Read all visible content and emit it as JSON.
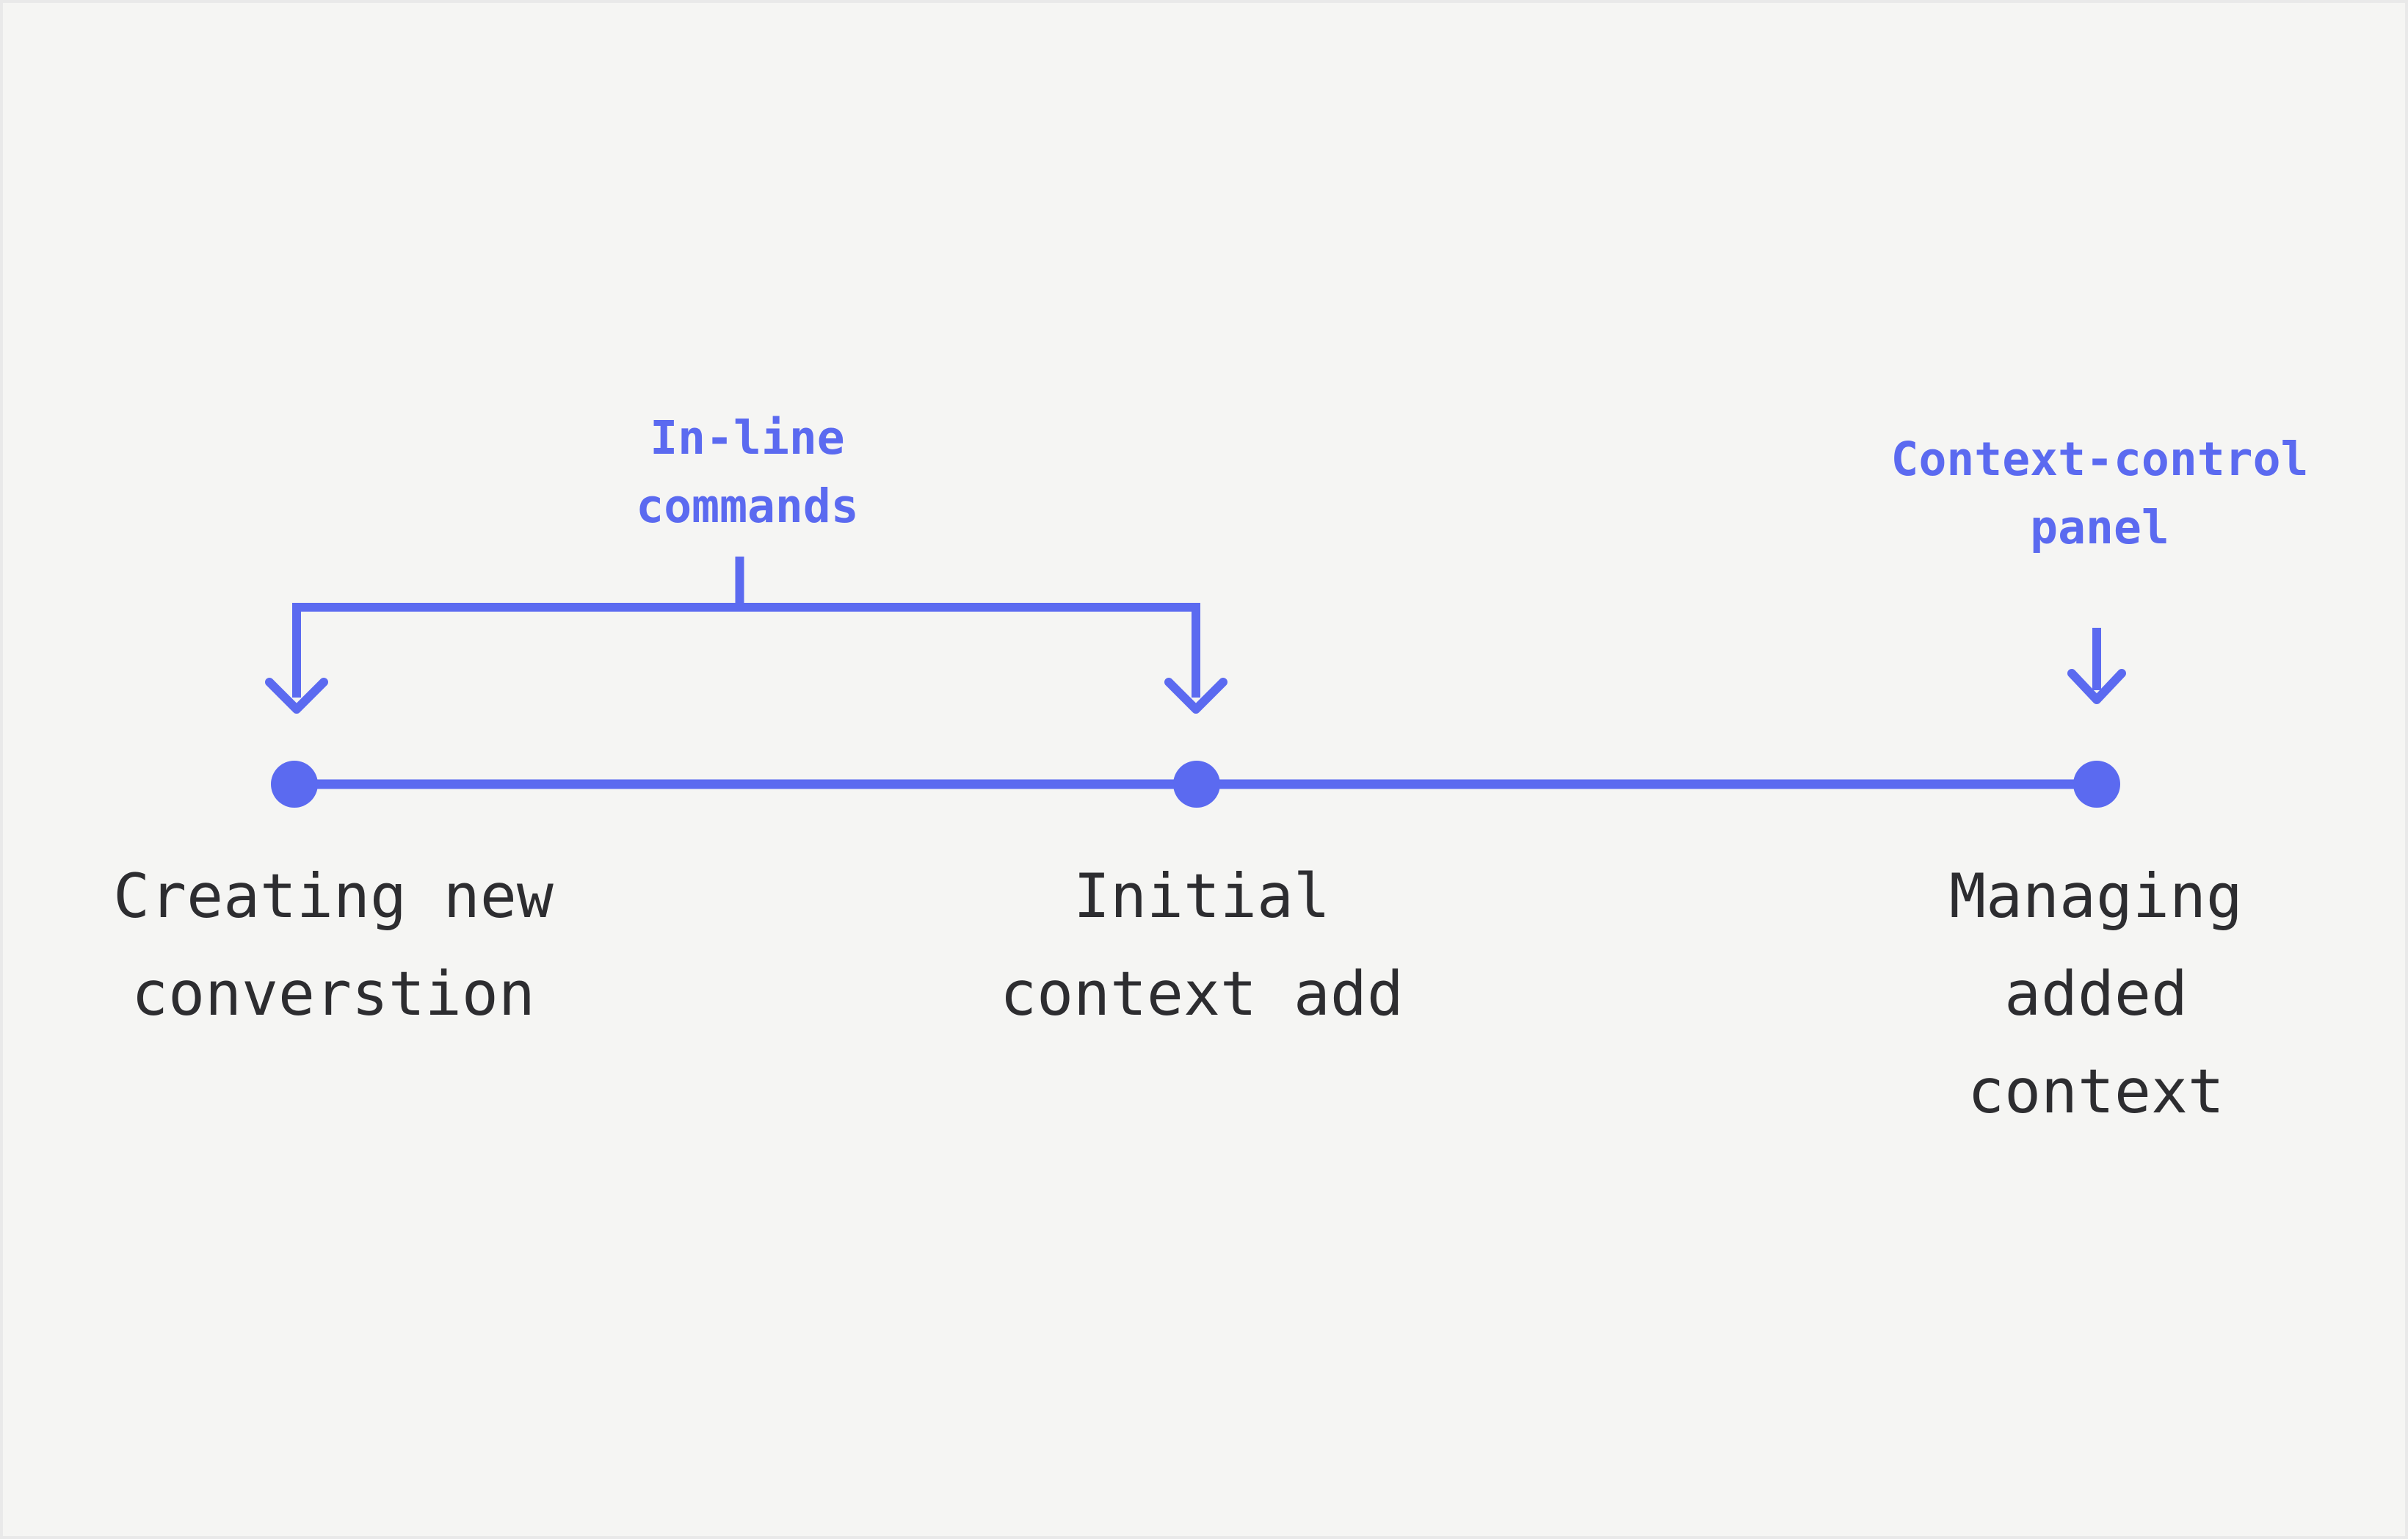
{
  "colors": {
    "accent": "#5b6af0",
    "text": "#2d2d30",
    "background": "#f5f5f3",
    "border": "#e9e9e9"
  },
  "annotations": {
    "inline_commands": {
      "line1": "In-line",
      "line2": "commands"
    },
    "context_control": {
      "line1": "Context-control",
      "line2": "panel"
    }
  },
  "timeline": {
    "nodes": [
      {
        "label_lines": [
          "Creating new",
          "converstion"
        ]
      },
      {
        "label_lines": [
          "Initial",
          "context add"
        ]
      },
      {
        "label_lines": [
          "Managing",
          "added",
          "context"
        ]
      }
    ]
  }
}
